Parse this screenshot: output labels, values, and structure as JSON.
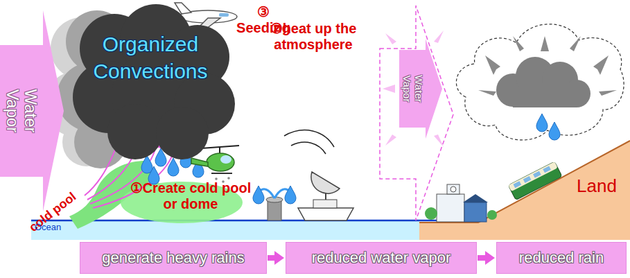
{
  "diagram": {
    "nodes": [
      {
        "text": [
          "Water Vapor"
        ]
      },
      {
        "text": [
          "Organized Convections"
        ]
      },
      {
        "text": [
          "generate heavy rains"
        ]
      },
      {
        "text": [
          "reduced water vapor"
        ]
      },
      {
        "text": [
          "reduced rain"
        ]
      }
    ],
    "edges": [
      {
        "from": 2,
        "to": 3,
        "arrow": "to"
      },
      {
        "from": 3,
        "to": 4,
        "arrow": "to"
      }
    ],
    "labels": [
      "③ Seeding",
      "②heat up the atmosphere",
      "Water Vapor",
      "cold pool",
      "①Create cold pool or dome",
      "Land",
      "Ocean"
    ]
  }
}
